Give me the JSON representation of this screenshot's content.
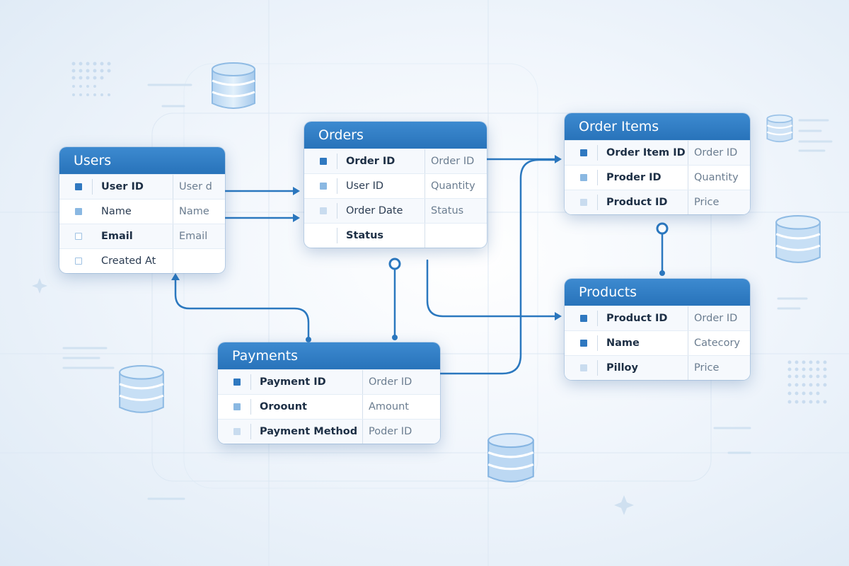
{
  "colors": {
    "header": "#2d78bf",
    "line": "#2b78bf",
    "accent_dark": "#2f78c0",
    "accent_mid": "#8ab8e2",
    "accent_light": "#c9dcef"
  },
  "tables": {
    "users": {
      "title": "Users",
      "rows": [
        {
          "field": "User ID",
          "type": "User d",
          "marker": "c1"
        },
        {
          "field": "Name",
          "type": "Name",
          "marker": "c2"
        },
        {
          "field": "Email",
          "type": "Email",
          "marker": "c3"
        },
        {
          "field": "Created At",
          "type": "",
          "marker": "c3"
        }
      ]
    },
    "orders": {
      "title": "Orders",
      "rows": [
        {
          "field": "Order ID",
          "type": "Order ID",
          "marker": "c1"
        },
        {
          "field": "User ID",
          "type": "Quantity",
          "marker": "c2"
        },
        {
          "field": "Order Date",
          "type": "Status",
          "marker": "c3"
        },
        {
          "field": "Status",
          "type": "",
          "marker": "none"
        }
      ]
    },
    "order_items": {
      "title": "Order Items",
      "rows": [
        {
          "field": "Order Item ID",
          "type": "Order ID",
          "marker": "c1"
        },
        {
          "field": "Proder ID",
          "type": "Quantity",
          "marker": "c2"
        },
        {
          "field": "Product ID",
          "type": "Price",
          "marker": "c3"
        }
      ]
    },
    "products": {
      "title": "Products",
      "rows": [
        {
          "field": "Product ID",
          "type": "Order ID",
          "marker": "c1"
        },
        {
          "field": "Name",
          "type": "Catecory",
          "marker": "c1"
        },
        {
          "field": "Pilloy",
          "type": "Price",
          "marker": "c3"
        }
      ]
    },
    "payments": {
      "title": "Payments",
      "rows": [
        {
          "field": "Payment ID",
          "type": "Order ID",
          "marker": "c1"
        },
        {
          "field": "Oroount",
          "type": "Amount",
          "marker": "c2"
        },
        {
          "field": "Payment Method",
          "type": "Poder ID",
          "marker": "c3"
        }
      ]
    }
  },
  "icons": {
    "database": "database-icon",
    "sparkle": "sparkle-icon"
  }
}
